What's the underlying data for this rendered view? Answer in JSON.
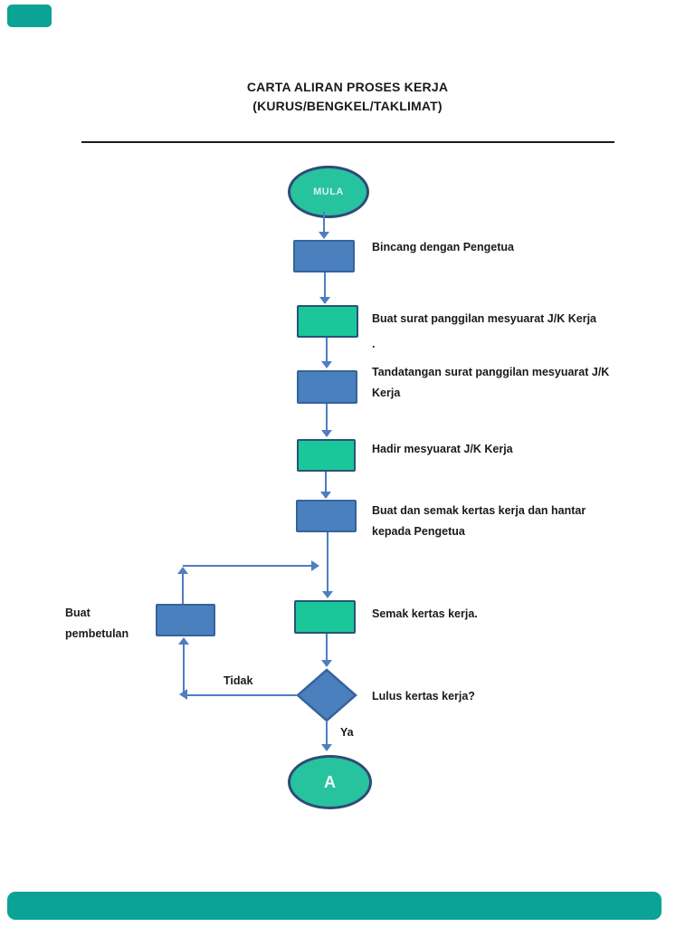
{
  "colors": {
    "box_blue": "#4a80bd",
    "box_blue_border": "#35639c",
    "box_green": "#19c79b",
    "box_green_border": "#2b5277",
    "oval_fill": "#27c29e",
    "oval_border": "#2e4b77",
    "oval_text": "#d8f3ec",
    "end_text": "#f4fcf9",
    "arrow": "#4d7fc0",
    "text": "#1a1a1a",
    "edge_teal": "#0ba396"
  },
  "title": {
    "line1": "CARTA ALIRAN PROSES KERJA",
    "line2": "(KURUS/BENGKEL/TAKLIMAT)"
  },
  "flow": {
    "start_label": "MULA",
    "step1_label": "Bincang dengan Pengetua",
    "step2_label": "Buat surat panggilan mesyuarat J/K Kerja",
    "step2_note": ".",
    "step3_line1": "Tandatangan surat panggilan mesyuarat J/K",
    "step3_line2": "Kerja",
    "step4_label": "Hadir mesyuarat J/K Kerja",
    "step5_line1": "Buat dan semak kertas kerja dan hantar",
    "step5_line2": "kepada Pengetua",
    "step6_label": "Semak kertas kerja.",
    "decision_label": "Lulus kertas kerja?",
    "no_label": "Tidak",
    "yes_label": "Ya",
    "correction_line1": "Buat",
    "correction_line2": "pembetulan",
    "end_label": "A"
  }
}
